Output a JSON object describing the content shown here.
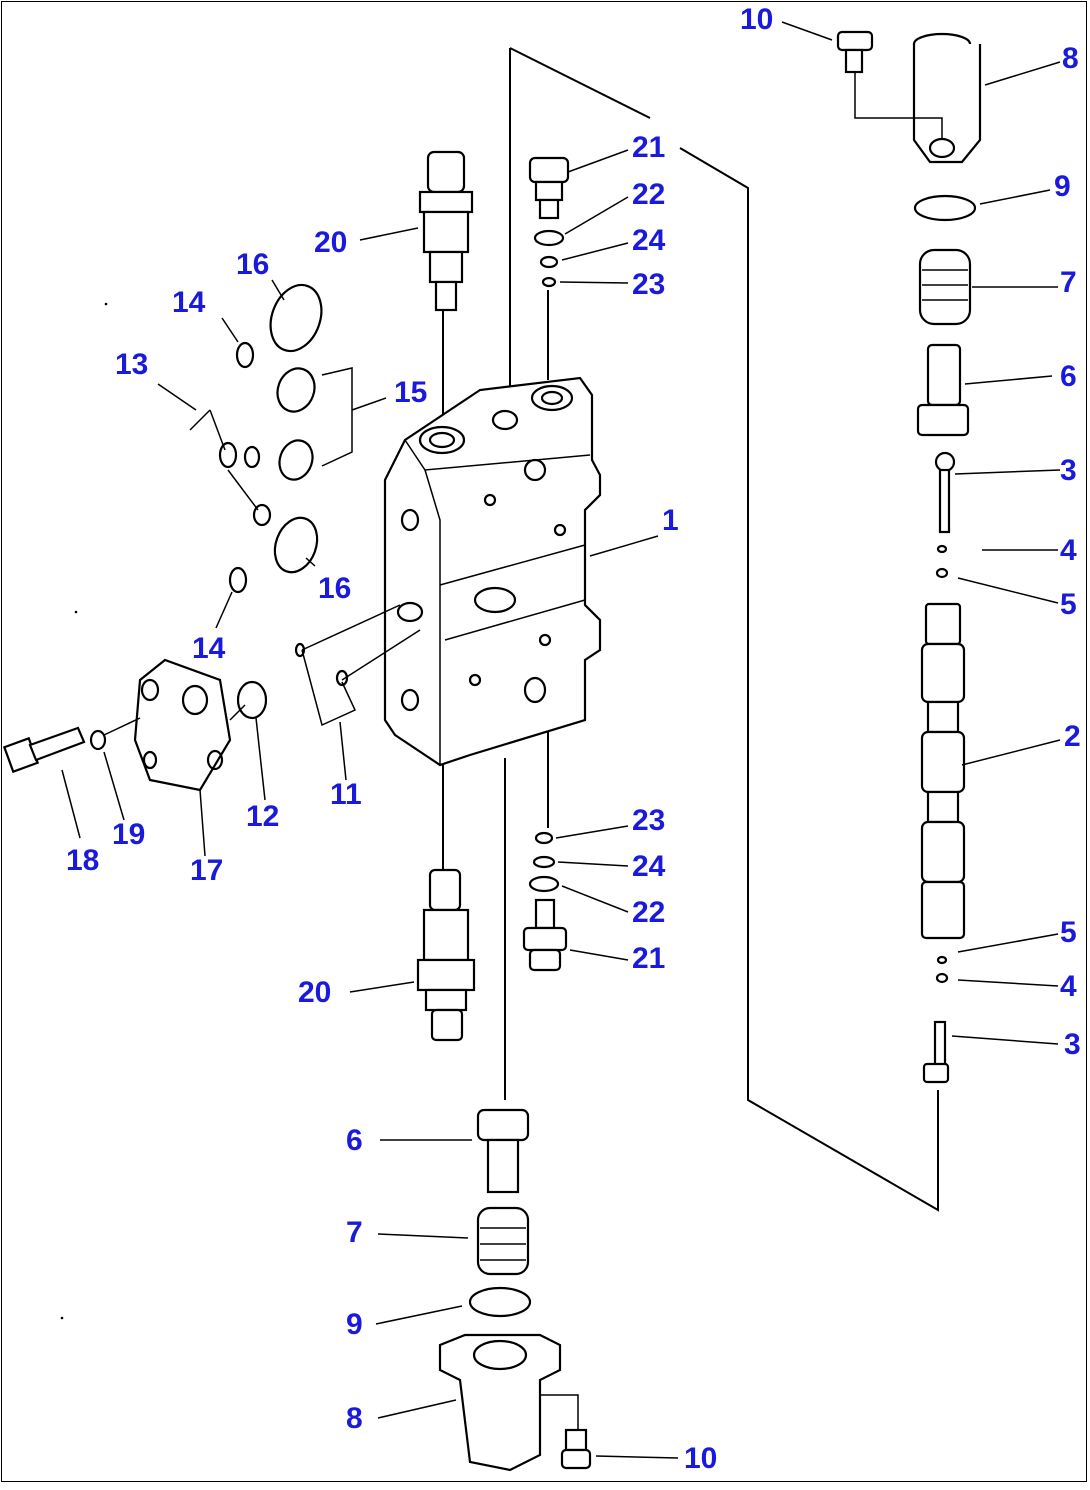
{
  "callouts": {
    "c1": "1",
    "c2": "2",
    "c3a": "3",
    "c3b": "3",
    "c4a": "4",
    "c4b": "4",
    "c5a": "5",
    "c5b": "5",
    "c6a": "6",
    "c6b": "6",
    "c7a": "7",
    "c7b": "7",
    "c8a": "8",
    "c8b": "8",
    "c9a": "9",
    "c9b": "9",
    "c10a": "10",
    "c10b": "10",
    "c11": "11",
    "c12": "12",
    "c13": "13",
    "c14a": "14",
    "c14b": "14",
    "c15": "15",
    "c16a": "16",
    "c16b": "16",
    "c17": "17",
    "c18": "18",
    "c19": "19",
    "c20a": "20",
    "c20b": "20",
    "c21a": "21",
    "c21b": "21",
    "c22a": "22",
    "c22b": "22",
    "c23a": "23",
    "c23b": "23",
    "c24a": "24",
    "c24b": "24"
  },
  "colors": {
    "callout": "#1a1adc",
    "linework": "#000000",
    "background": "#ffffff"
  }
}
